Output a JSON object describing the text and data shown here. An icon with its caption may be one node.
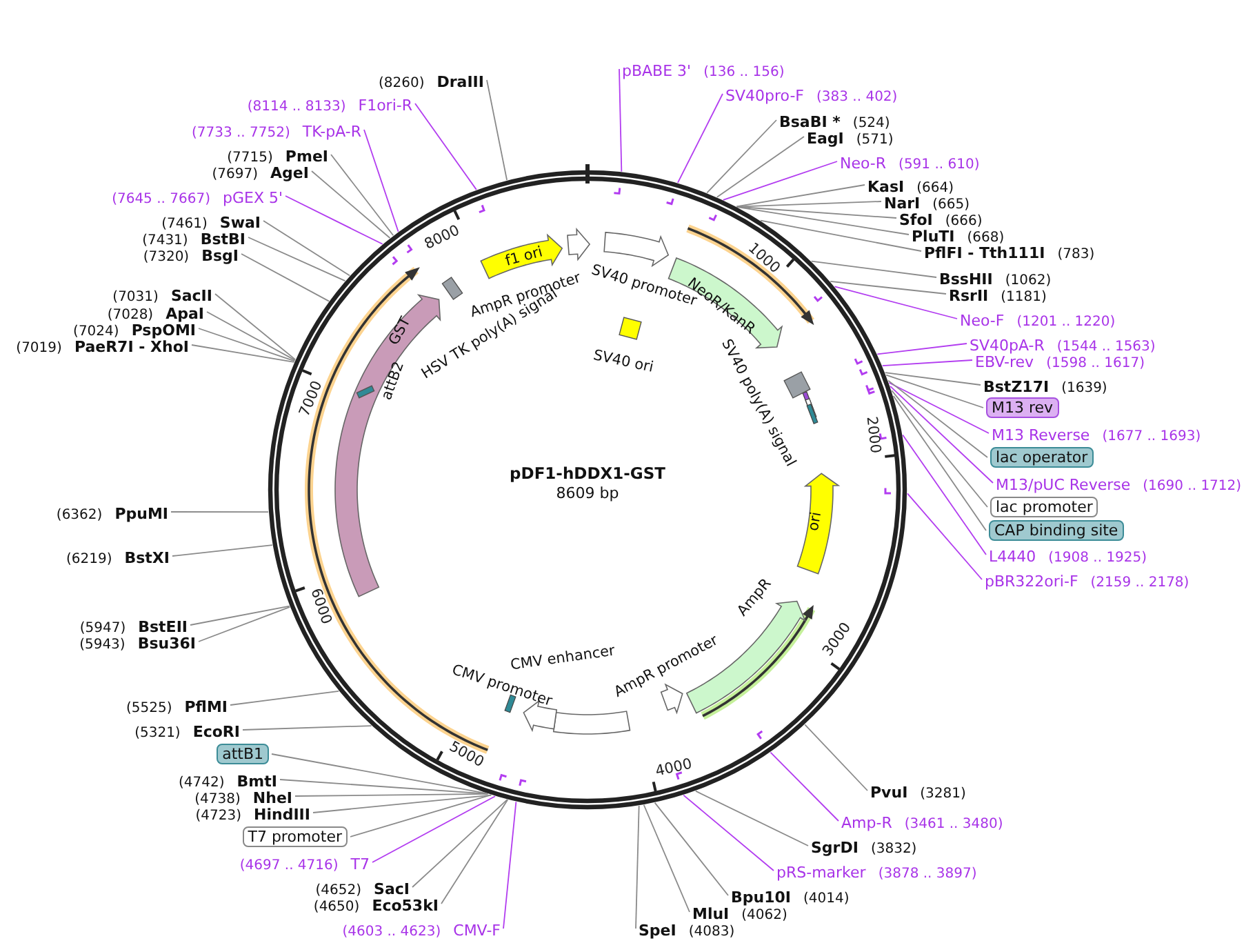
{
  "diagram": {
    "title": "pDF1-hDDX1-GST",
    "nodes": [
      {
        "text": [],
        "shape": "circle"
      },
      {
        "text": [
          "pBABE 3'",
          "(136 .. 156)"
        ]
      },
      {
        "text": [
          "SV40pro-F",
          "(383 .. 402)"
        ]
      },
      {
        "text": [
          "BsaBI *",
          "(524)"
        ]
      },
      {
        "text": [
          "EagI",
          "(571)"
        ]
      },
      {
        "text": [
          "Neo-R",
          "(591 .. 610)"
        ]
      },
      {
        "text": [
          "KasI",
          "(664)"
        ]
      },
      {
        "text": [
          "NarI",
          "(665)"
        ]
      },
      {
        "text": [
          "SfoI",
          "(666)"
        ]
      },
      {
        "text": [
          "PluTI",
          "(668)"
        ]
      },
      {
        "text": [
          "PflFI - Tth111I",
          "(783)"
        ]
      },
      {
        "text": [
          "BssHII",
          "(1062)"
        ]
      },
      {
        "text": [
          "RsrII",
          "(1181)"
        ]
      },
      {
        "text": [
          "Neo-F",
          "(1201 .. 1220)"
        ]
      },
      {
        "text": [
          "SV40pA-R",
          "(1544 .. 1563)"
        ]
      },
      {
        "text": [
          "EBV-rev",
          "(1598 .. 1617)"
        ]
      },
      {
        "text": [
          "BstZ17I",
          "(1639)"
        ]
      },
      {
        "text": [
          "M13 rev"
        ]
      },
      {
        "text": [
          "M13 Reverse",
          "(1677 .. 1693)"
        ]
      },
      {
        "text": [
          "lac operator"
        ]
      },
      {
        "text": [
          "M13/pUC Reverse",
          "(1690 .. 1712)"
        ]
      },
      {
        "text": [
          "lac promoter"
        ]
      },
      {
        "text": [
          "CAP binding site"
        ]
      },
      {
        "text": [
          "L4440",
          "(1908 .. 1925)"
        ]
      },
      {
        "text": [
          "pBR322ori-F",
          "(2159 .. 2178)"
        ]
      },
      {
        "text": [
          "PvuI",
          "(3281)"
        ]
      },
      {
        "text": [
          "Amp-R",
          "(3461 .. 3480)"
        ]
      },
      {
        "text": [
          "SgrDI",
          "(3832)"
        ]
      },
      {
        "text": [
          "pRS-marker",
          "(3878 .. 3897)"
        ]
      },
      {
        "text": [
          "Bpu10I",
          "(4014)"
        ]
      },
      {
        "text": [
          "MluI",
          "(4062)"
        ]
      },
      {
        "text": [
          "SpeI",
          "(4083)"
        ]
      },
      {
        "text": [
          "(4603 .. 4623)",
          "CMV-F"
        ]
      },
      {
        "text": [
          "(4650)",
          "Eco53kI"
        ]
      },
      {
        "text": [
          "(4652)",
          "SacI"
        ]
      },
      {
        "text": [
          "(4697 .. 4716)",
          "T7"
        ]
      },
      {
        "text": [
          "T7 promoter"
        ]
      },
      {
        "text": [
          "(4723)",
          "HindIII"
        ]
      },
      {
        "text": [
          "(4738)",
          "NheI"
        ]
      },
      {
        "text": [
          "(4742)",
          "BmtI"
        ]
      },
      {
        "text": [
          "attB1"
        ]
      },
      {
        "text": [
          "(5321)",
          "EcoRI"
        ]
      },
      {
        "text": [
          "(5525)",
          "PflMI"
        ]
      },
      {
        "text": [
          "(5943)",
          "Bsu36I"
        ]
      },
      {
        "text": [
          "(5947)",
          "BstEII"
        ]
      },
      {
        "text": [
          "(6219)",
          "BstXI"
        ]
      },
      {
        "text": [
          "(6362)",
          "PpuMI"
        ]
      },
      {
        "text": [
          "(7019)",
          "PaeR7I - XhoI"
        ]
      },
      {
        "text": [
          "(7024)",
          "PspOMI"
        ]
      },
      {
        "text": [
          "(7028)",
          "ApaI"
        ]
      },
      {
        "text": [
          "(7031)",
          "SacII"
        ]
      },
      {
        "text": [
          "(7320)",
          "BsgI"
        ]
      },
      {
        "text": [
          "(7431)",
          "BstBI"
        ]
      },
      {
        "text": [
          "(7461)",
          "SwaI"
        ]
      },
      {
        "text": [
          "(7645 .. 7667)",
          "pGEX 5'"
        ]
      },
      {
        "text": [
          "(7697)",
          "AgeI"
        ]
      },
      {
        "text": [
          "(7715)",
          "PmeI"
        ]
      },
      {
        "text": [
          "(7733 .. 7752)",
          "TK-pA-R"
        ]
      },
      {
        "text": [
          "(8114 .. 8133)",
          "F1ori-R"
        ]
      },
      {
        "text": [
          "(8260)",
          "DraIII"
        ]
      },
      {
        "text": [
          "f1 ori"
        ],
        "in": 0
      },
      {
        "text": [
          "AmpR promoter"
        ],
        "in": 0
      },
      {
        "text": [
          "SV40 promoter"
        ],
        "in": 0
      },
      {
        "text": [
          "NeoR/KanR"
        ],
        "in": 0
      },
      {
        "text": [
          "SV40 ori"
        ],
        "in": 0
      },
      {
        "text": [
          "SV40 poly(A) signal"
        ],
        "in": 0
      },
      {
        "text": [
          "ori"
        ],
        "in": 0
      },
      {
        "text": [
          "AmpR"
        ],
        "in": 0
      },
      {
        "text": [
          "AmpR promoter"
        ],
        "in": 0
      },
      {
        "text": [
          "CMV enhancer"
        ],
        "in": 0
      },
      {
        "text": [
          "CMV promoter"
        ],
        "in": 0
      },
      {
        "text": [
          "GST"
        ],
        "in": 0
      },
      {
        "text": [
          "attB2"
        ],
        "in": 71
      },
      {
        "text": [
          "HSV TK poly(A) signal"
        ],
        "in": 0
      }
    ],
    "edges": [
      {
        "from": 1,
        "to": 0,
        "arrow": "none",
        "color": "#b23cf0"
      },
      {
        "from": 2,
        "to": 0,
        "arrow": "none",
        "color": "#b23cf0"
      },
      {
        "from": 3,
        "to": 0,
        "arrow": "none"
      },
      {
        "from": 4,
        "to": 0,
        "arrow": "none"
      },
      {
        "from": 5,
        "to": 0,
        "arrow": "none",
        "color": "#b23cf0"
      },
      {
        "from": 6,
        "to": 0,
        "arrow": "none"
      },
      {
        "from": 7,
        "to": 0,
        "arrow": "none"
      },
      {
        "from": 8,
        "to": 0,
        "arrow": "none"
      },
      {
        "from": 9,
        "to": 0,
        "arrow": "none"
      },
      {
        "from": 10,
        "to": 0,
        "arrow": "none"
      },
      {
        "from": 11,
        "to": 0,
        "arrow": "none"
      },
      {
        "from": 12,
        "to": 0,
        "arrow": "none"
      },
      {
        "from": 13,
        "to": 0,
        "arrow": "none",
        "color": "#b23cf0"
      },
      {
        "from": 14,
        "to": 0,
        "arrow": "none",
        "color": "#b23cf0"
      },
      {
        "from": 15,
        "to": 0,
        "arrow": "none",
        "color": "#b23cf0"
      },
      {
        "from": 16,
        "to": 0,
        "arrow": "none"
      },
      {
        "from": 17,
        "to": 0,
        "arrow": "none"
      },
      {
        "from": 18,
        "to": 0,
        "arrow": "none",
        "color": "#b23cf0"
      },
      {
        "from": 19,
        "to": 0,
        "arrow": "none"
      },
      {
        "from": 20,
        "to": 0,
        "arrow": "none",
        "color": "#b23cf0"
      },
      {
        "from": 21,
        "to": 0,
        "arrow": "none"
      },
      {
        "from": 22,
        "to": 0,
        "arrow": "none"
      },
      {
        "from": 23,
        "to": 0,
        "arrow": "none",
        "color": "#b23cf0"
      },
      {
        "from": 24,
        "to": 0,
        "arrow": "none",
        "color": "#b23cf0"
      },
      {
        "from": 25,
        "to": 0,
        "arrow": "none"
      },
      {
        "from": 26,
        "to": 0,
        "arrow": "none",
        "color": "#b23cf0"
      },
      {
        "from": 27,
        "to": 0,
        "arrow": "none"
      },
      {
        "from": 28,
        "to": 0,
        "arrow": "none",
        "color": "#b23cf0"
      },
      {
        "from": 29,
        "to": 0,
        "arrow": "none"
      },
      {
        "from": 30,
        "to": 0,
        "arrow": "none"
      },
      {
        "from": 31,
        "to": 0,
        "arrow": "none"
      },
      {
        "from": 32,
        "to": 0,
        "arrow": "none",
        "color": "#b23cf0"
      },
      {
        "from": 33,
        "to": 0,
        "arrow": "none"
      },
      {
        "from": 34,
        "to": 0,
        "arrow": "none"
      },
      {
        "from": 35,
        "to": 0,
        "arrow": "none",
        "color": "#b23cf0"
      },
      {
        "from": 36,
        "to": 0,
        "arrow": "none"
      },
      {
        "from": 37,
        "to": 0,
        "arrow": "none"
      },
      {
        "from": 38,
        "to": 0,
        "arrow": "none"
      },
      {
        "from": 39,
        "to": 0,
        "arrow": "none"
      },
      {
        "from": 40,
        "to": 0,
        "arrow": "none"
      },
      {
        "from": 41,
        "to": 0,
        "arrow": "none"
      },
      {
        "from": 42,
        "to": 0,
        "arrow": "none"
      },
      {
        "from": 43,
        "to": 0,
        "arrow": "none"
      },
      {
        "from": 44,
        "to": 0,
        "arrow": "none"
      },
      {
        "from": 45,
        "to": 0,
        "arrow": "none"
      },
      {
        "from": 46,
        "to": 0,
        "arrow": "none"
      },
      {
        "from": 47,
        "to": 0,
        "arrow": "none"
      },
      {
        "from": 48,
        "to": 0,
        "arrow": "none"
      },
      {
        "from": 49,
        "to": 0,
        "arrow": "none"
      },
      {
        "from": 50,
        "to": 0,
        "arrow": "none"
      },
      {
        "from": 51,
        "to": 0,
        "arrow": "none"
      },
      {
        "from": 52,
        "to": 0,
        "arrow": "none"
      },
      {
        "from": 53,
        "to": 0,
        "arrow": "none"
      },
      {
        "from": 54,
        "to": 0,
        "arrow": "none",
        "color": "#b23cf0"
      },
      {
        "from": 55,
        "to": 0,
        "arrow": "none"
      },
      {
        "from": 56,
        "to": 0,
        "arrow": "none"
      },
      {
        "from": 57,
        "to": 0,
        "arrow": "none",
        "color": "#b23cf0"
      },
      {
        "from": 58,
        "to": 0,
        "arrow": "none",
        "color": "#b23cf0"
      },
      {
        "from": 59,
        "to": 0,
        "arrow": "none"
      }
    ],
    "labels": [
      "1000",
      "2000",
      "3000",
      "4000",
      "5000",
      "6000",
      "7000",
      "8000",
      "8609 bp"
    ]
  }
}
